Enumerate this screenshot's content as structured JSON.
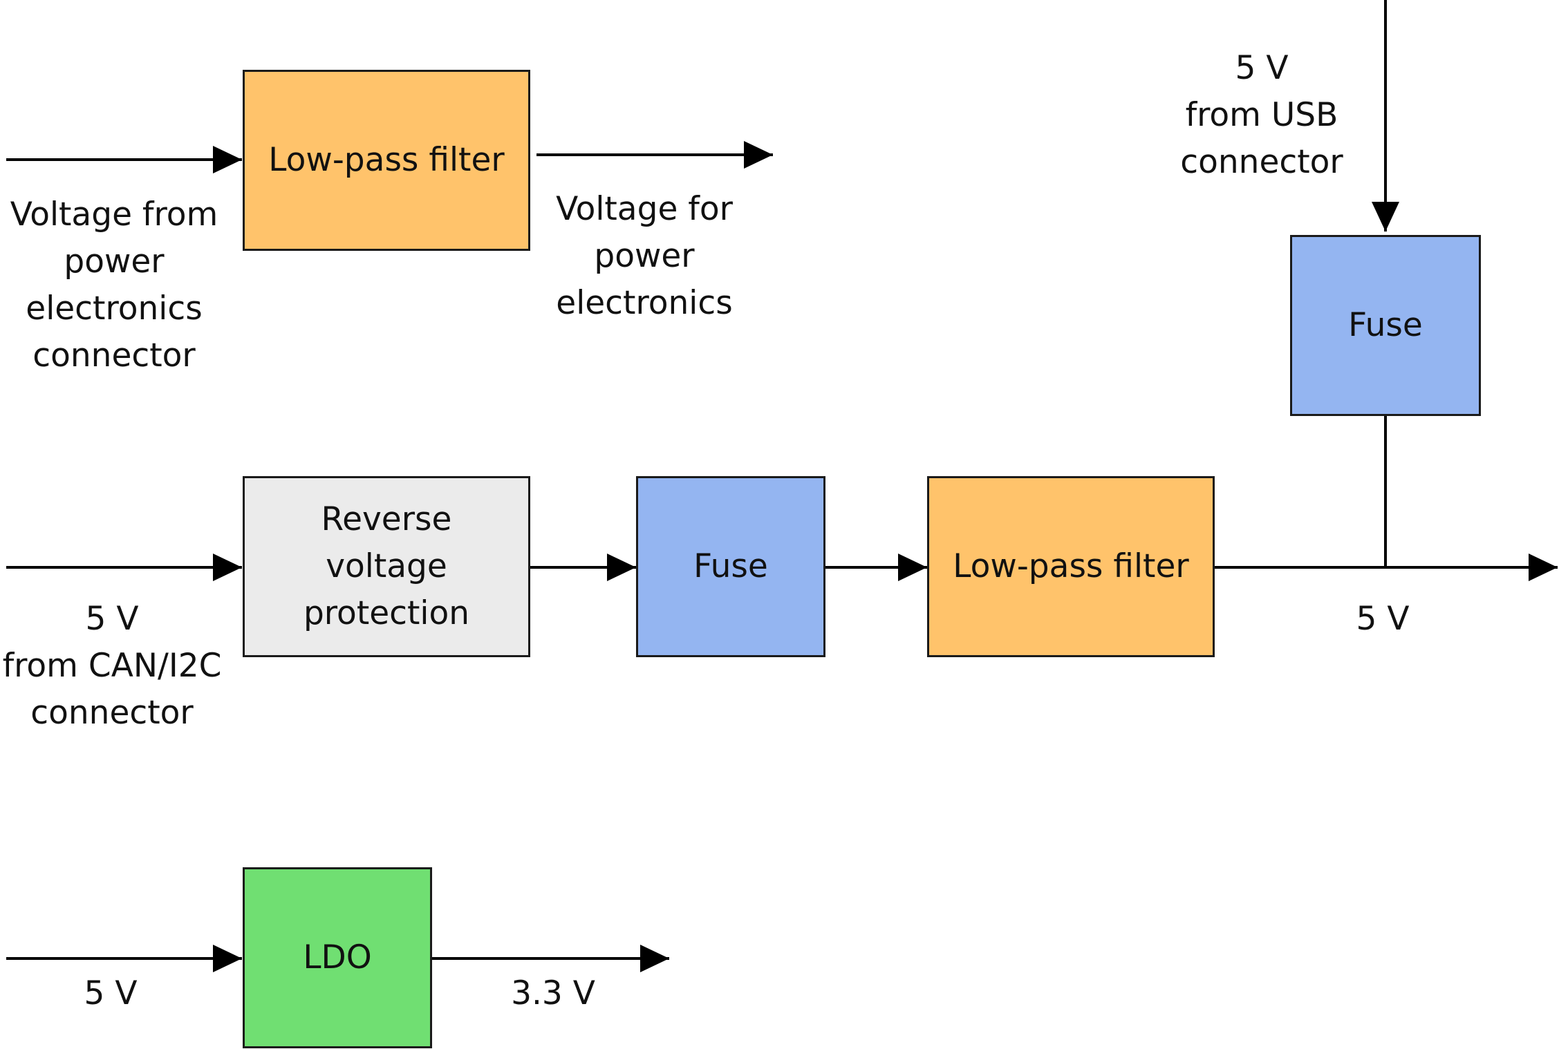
{
  "colors": {
    "filter": "#ffc36b",
    "fuse": "#94b5f1",
    "protection": "#ebebeb",
    "ldo": "#70df72",
    "line": "#000000"
  },
  "blocks": {
    "lpf_top": "Low-pass filter",
    "rvp": "Reverse voltage protection",
    "fuse_mid": "Fuse",
    "lpf_mid": "Low-pass filter",
    "fuse_usb": "Fuse",
    "ldo": "LDO"
  },
  "labels": {
    "pe_in": "Voltage from\npower\nelectronics\nconnector",
    "pe_out": "Voltage for\npower\nelectronics",
    "usb_in": "5 V\nfrom USB\nconnector",
    "can_in": "5 V\nfrom CAN/I2C\nconnector",
    "bus_out": "5 V",
    "ldo_in": "5 V",
    "ldo_out": "3.3 V"
  }
}
